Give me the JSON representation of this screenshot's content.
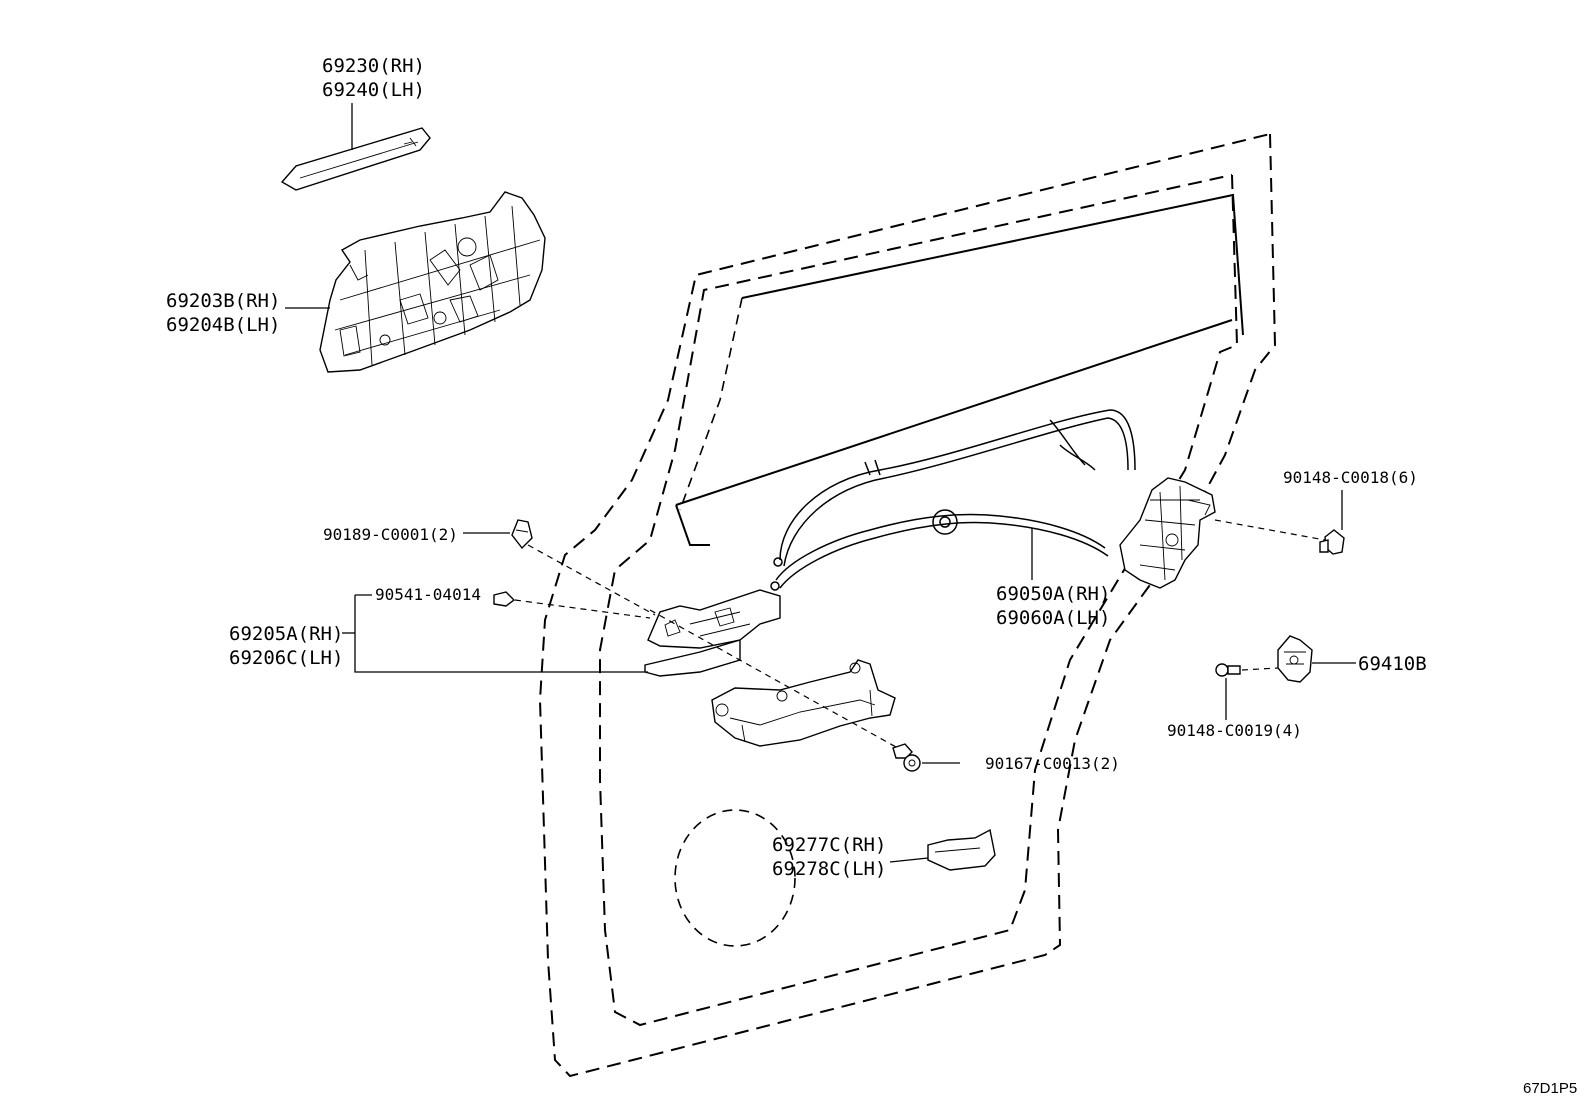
{
  "callouts": {
    "garnish_rh": "69230(RH)",
    "garnish_lh": "69240(LH)",
    "frame_rh": "69203B(RH)",
    "frame_lh": "69204B(LH)",
    "clip": "90189-C0001(2)",
    "screw_small": "90541-04014",
    "handle_rh": "69205A(RH)",
    "handle_lh": "69206C(LH)",
    "lock_screw": "90148-C0018(6)",
    "lock_rh": "69050A(RH)",
    "lock_lh": "69060A(LH)",
    "striker": "69410B",
    "striker_screw": "90148-C0019(4)",
    "handle_bolt": "90167-C0013(2)",
    "cover_rh": "69277C(RH)",
    "cover_lh": "69278C(LH)"
  },
  "diagram_code": "67D1P5"
}
